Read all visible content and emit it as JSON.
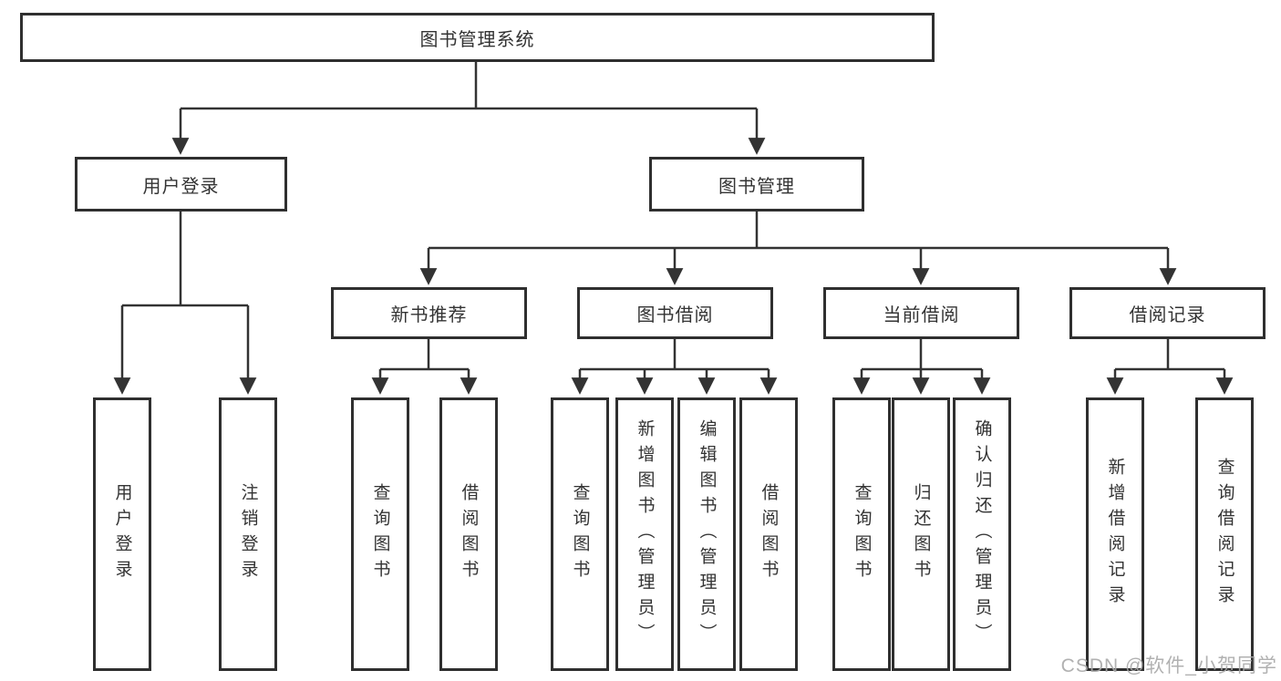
{
  "colors": {
    "box_border": "#2f2f2f",
    "line": "#333333",
    "text": "#333333",
    "watermark": "#a8a8a8",
    "background": "#ffffff"
  },
  "diagram": {
    "root": {
      "label": "图书管理系统"
    },
    "level2": [
      {
        "label": "用户登录"
      },
      {
        "label": "图书管理"
      }
    ],
    "level3": [
      {
        "label": "新书推荐"
      },
      {
        "label": "图书借阅"
      },
      {
        "label": "当前借阅"
      },
      {
        "label": "借阅记录"
      }
    ],
    "leaves": {
      "user_login": [
        {
          "label": "用户登录"
        },
        {
          "label": "注销登录"
        }
      ],
      "new_book": [
        {
          "label": "查询图书"
        },
        {
          "label": "借阅图书"
        }
      ],
      "book_borrow": [
        {
          "label": "查询图书"
        },
        {
          "label": "新增图书（管理员）"
        },
        {
          "label": "编辑图书（管理员）"
        },
        {
          "label": "借阅图书"
        }
      ],
      "current_borrow": [
        {
          "label": "查询图书"
        },
        {
          "label": "归还图书"
        },
        {
          "label": "确认归还（管理员）"
        }
      ],
      "records": [
        {
          "label": "新增借阅记录"
        },
        {
          "label": "查询借阅记录"
        }
      ]
    }
  },
  "watermark": {
    "text": "CSDN @软件_小贺同学"
  }
}
